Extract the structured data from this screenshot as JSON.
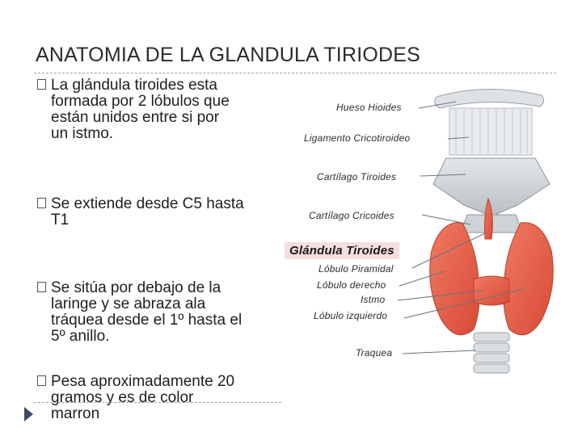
{
  "title": "ANATOMIA DE LA GLANDULA TIRIODES",
  "bullets": [
    {
      "text": "La glándula tiroides esta\nformada por  2 lóbulos que\nestán unidos entre si   por\nun istmo."
    },
    {
      "text": "Se extiende desde C5 hasta\nT1"
    },
    {
      "text": "Se sitúa por debajo de la\nlaringe  y se  abraza ala\ntráquea desde el 1º  hasta el\n5º anillo."
    },
    {
      "text": "Pesa aproximadamente 20\ngramos  y es de color\nmarron"
    }
  ],
  "figure": {
    "labels": {
      "hueso_hioides": "Hueso Hioides",
      "ligamento_cricotiroideo": "Ligamento Cricotiroideo",
      "cartilago_tiroides": "Cartílago Tiroides",
      "cartilago_cricoides": "Cartílago Cricoides",
      "glandula_tiroides": "Glándula Tiroides",
      "lobulo_piramidal": "Lóbulo Piramidal",
      "lobulo_derecho": "Lóbulo derecho",
      "istmo": "Istmo",
      "lobulo_izquierdo": "Lóbulo izquierdo",
      "traquea": "Traquea"
    },
    "colors": {
      "thyroid": "#e8604a",
      "cartilage": "#cfd3d8",
      "label_highlight": "#f6dede"
    }
  },
  "icons": {
    "bullet": "checkbox-square-icon",
    "nav": "play-arrow-icon"
  }
}
